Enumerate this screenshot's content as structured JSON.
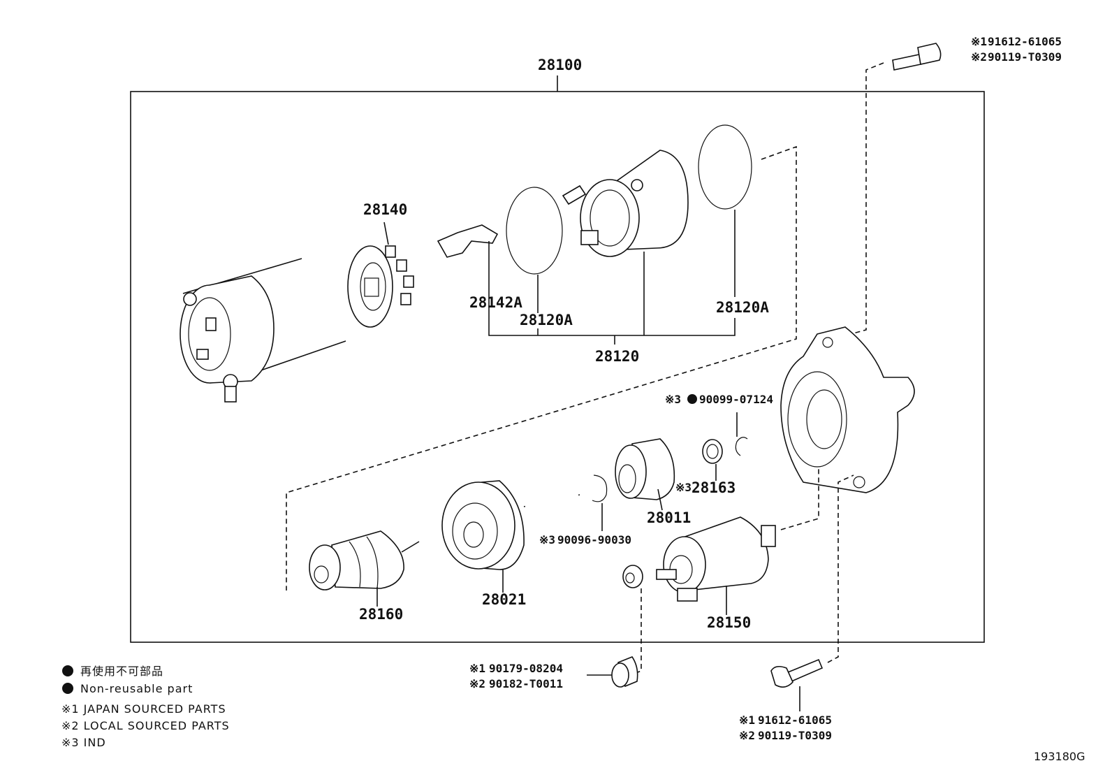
{
  "assembly": {
    "part_no": "28100"
  },
  "callouts": {
    "p28140": "28140",
    "p28142A": "28142A",
    "p28120A_left": "28120A",
    "p28120A_right": "28120A",
    "p28120": "28120",
    "p28011": "28011",
    "p28163": "28163",
    "p28163_mark": "※3",
    "p90096": "90096-90030",
    "p90096_mark": "※3",
    "p90099": "90099-07124",
    "p90099_mark": "※3",
    "p28160": "28160",
    "p28021": "28021",
    "p28150": "28150"
  },
  "bolt_top": {
    "line1_mark": "※1",
    "line1_no": "91612-61065",
    "line2_mark": "※2",
    "line2_no": "90119-T0309"
  },
  "nut_bottom": {
    "line1_mark": "※1",
    "line1_no": "90179-08204",
    "line2_mark": "※2",
    "line2_no": "90182-T0011"
  },
  "bolt_bottom": {
    "line1_mark": "※1",
    "line1_no": "91612-61065",
    "line2_mark": "※2",
    "line2_no": "90119-T0309"
  },
  "legend": {
    "jp_nonreusable": "再使用不可部品",
    "en_nonreusable": "Non-reusable part",
    "note1": "※1  JAPAN SOURCED PARTS",
    "note2": "※2  LOCAL SOURCED PARTS",
    "note3": "※3  IND"
  },
  "figure_id": "193180G"
}
